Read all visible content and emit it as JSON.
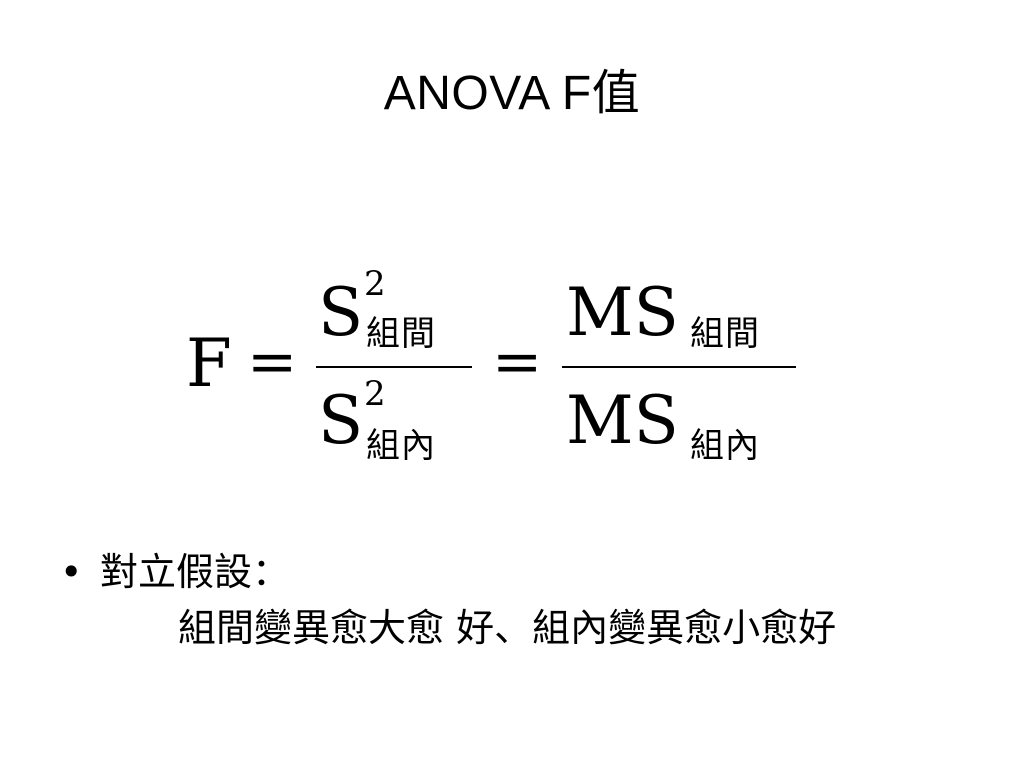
{
  "slide": {
    "title": "ANOVA  F值"
  },
  "formula": {
    "lhs": "F",
    "equals": "=",
    "fraction1": {
      "numerator": {
        "base": "S",
        "superscript": "2",
        "subscript": "組間"
      },
      "denominator": {
        "base": "S",
        "superscript": "2",
        "subscript": "組內"
      }
    },
    "fraction2": {
      "numerator": {
        "base": "MS",
        "subscript": "組間"
      },
      "denominator": {
        "base": "MS",
        "subscript": "組內"
      }
    }
  },
  "bullets": [
    {
      "marker": "•",
      "text": "對立假設：",
      "continuation": "組間變異愈大愈 好、組內變異愈小愈好"
    }
  ]
}
